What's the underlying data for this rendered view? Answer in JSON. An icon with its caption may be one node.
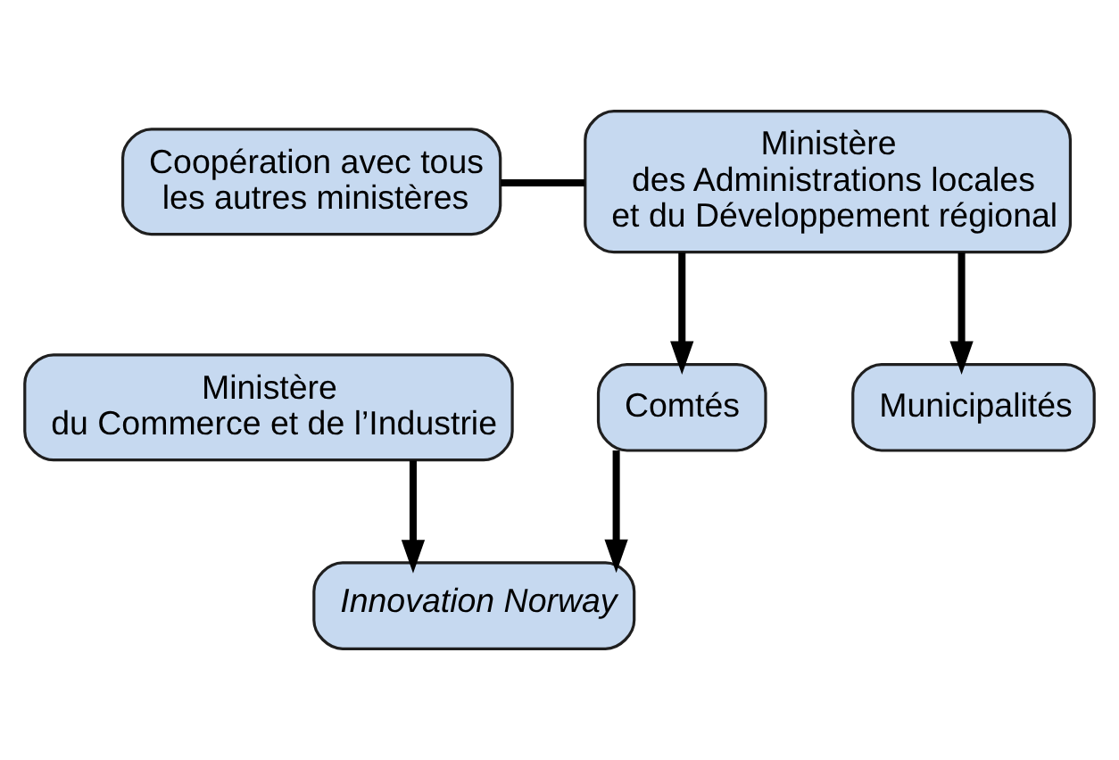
{
  "diagram": {
    "nodes": [
      {
        "text": [
          "Ministère du Commerce et de l’Industrie"
        ]
      },
      {
        "text": [
          "Coopération avec tous les autres ministères"
        ]
      },
      {
        "text": [
          "Ministère des Administrations locales et du Développement régional"
        ]
      },
      {
        "text": [
          "Comtés"
        ]
      },
      {
        "text": [
          "Municipalités"
        ]
      },
      {
        "text": [
          "Innovation Norway"
        ]
      }
    ],
    "edges": [
      {
        "from": 0,
        "to": 5,
        "arrow": "to"
      },
      {
        "from": 1,
        "to": 2,
        "arrow": "none"
      },
      {
        "from": 2,
        "to": 3,
        "arrow": "to"
      },
      {
        "from": 2,
        "to": 4,
        "arrow": "to"
      },
      {
        "from": 3,
        "to": 5,
        "arrow": "to"
      }
    ]
  }
}
